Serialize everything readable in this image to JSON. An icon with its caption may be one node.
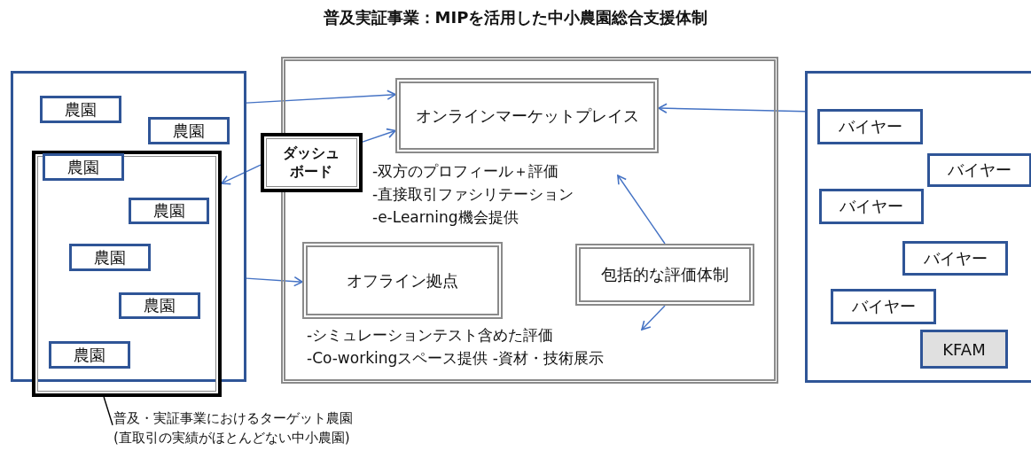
{
  "diagram": {
    "title": "普及実証事業：MIPを活用した中小農園総合支援体制",
    "nodes": [
      {
        "text": [],
        "shape": "box"
      },
      {
        "text": [
          "農園"
        ],
        "in": 0
      },
      {
        "text": [
          "農園"
        ],
        "in": 0
      },
      {
        "text": [],
        "shape": "box"
      },
      {
        "text": [
          "農園"
        ],
        "in": 3
      },
      {
        "text": [
          "農園"
        ],
        "in": 3
      },
      {
        "text": [
          "農園"
        ],
        "in": 3
      },
      {
        "text": [
          "農園"
        ],
        "in": 3
      },
      {
        "text": [
          "農園"
        ],
        "in": 3
      },
      {
        "text": [],
        "shape": "box"
      },
      {
        "text": [
          "オンラインマーケットプレイス"
        ],
        "in": 9,
        "beside": [
          "-双方のプロフィール＋評価",
          "-直接取引ファシリテーション",
          "-e-Learning機会提供"
        ]
      },
      {
        "text": [
          "ダッシュボード"
        ]
      },
      {
        "text": [
          "オフライン拠点"
        ],
        "in": 9,
        "beside": [
          "-シミュレーションテスト含めた評価",
          "-Co-workingスペース提供 -資材・技術展示"
        ]
      },
      {
        "text": [
          "包括的な評価体制"
        ],
        "in": 9
      },
      {
        "text": [],
        "shape": "box"
      },
      {
        "text": [
          "バイヤー"
        ],
        "in": 14
      },
      {
        "text": [
          "バイヤー"
        ],
        "in": 14
      },
      {
        "text": [
          "バイヤー"
        ],
        "in": 14
      },
      {
        "text": [
          "バイヤー"
        ],
        "in": 14
      },
      {
        "text": [
          "バイヤー"
        ],
        "in": 14
      },
      {
        "text": [
          "KFAM"
        ],
        "in": 14
      },
      {
        "text": [
          "普及・実証事業におけるターゲット農園(直取引の実績がほとんどない中小農園)"
        ]
      }
    ],
    "edges": [
      {
        "from": 0,
        "to": 10,
        "arrow": "to"
      },
      {
        "from": 11,
        "to": 10,
        "arrow": "to"
      },
      {
        "from": 11,
        "to": 3,
        "arrow": "to"
      },
      {
        "from": 0,
        "to": 12,
        "arrow": "to"
      },
      {
        "from": 14,
        "to": 10,
        "arrow": "to"
      },
      {
        "from": 13,
        "to": 10,
        "arrow": "to"
      },
      {
        "from": 13,
        "to": null,
        "arrow": "to"
      },
      {
        "from": 21,
        "to": 3,
        "arrow": "none",
        "color": "#000000"
      }
    ]
  }
}
